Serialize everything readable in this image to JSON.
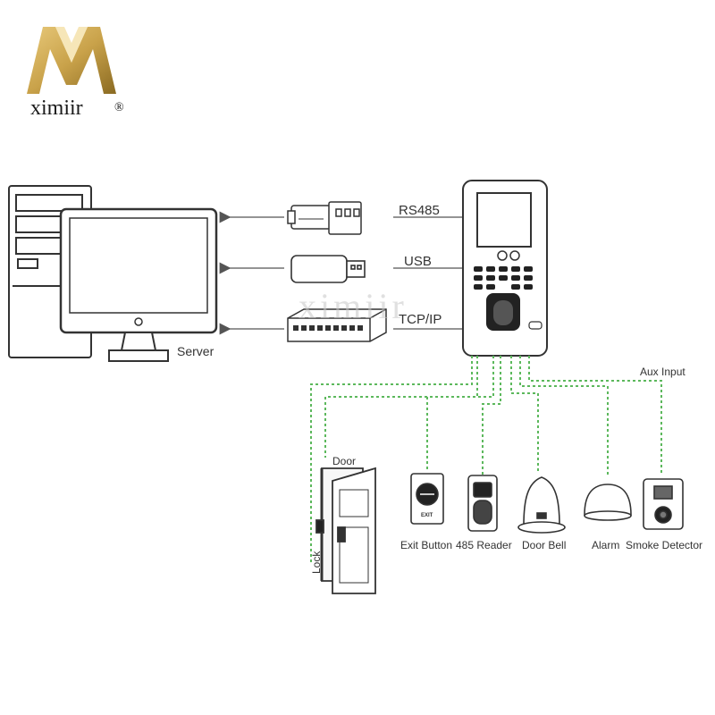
{
  "brand": {
    "name": "ximiir",
    "mark": "®",
    "watermark": "ximiir"
  },
  "colors": {
    "gold": "#c9a24a",
    "gold_dark": "#8a6a22",
    "wire": "#5cb85c",
    "line": "#555555",
    "text": "#333333"
  },
  "connections": [
    {
      "label": "RS485",
      "icon": "rs485-converter-icon"
    },
    {
      "label": "USB",
      "icon": "usb-dongle-icon"
    },
    {
      "label": "TCP/IP",
      "icon": "network-switch-icon"
    }
  ],
  "server": {
    "label": "Server"
  },
  "aux_input": {
    "label": "Aux Input"
  },
  "peripherals": {
    "door": "Door",
    "lock": "Lock",
    "exit_button": "Exit Button",
    "exit_text": "EXIT",
    "reader_485": "485 Reader",
    "door_bell": "Door Bell",
    "alarm": "Alarm",
    "smoke_detector": "Smoke Detector"
  }
}
